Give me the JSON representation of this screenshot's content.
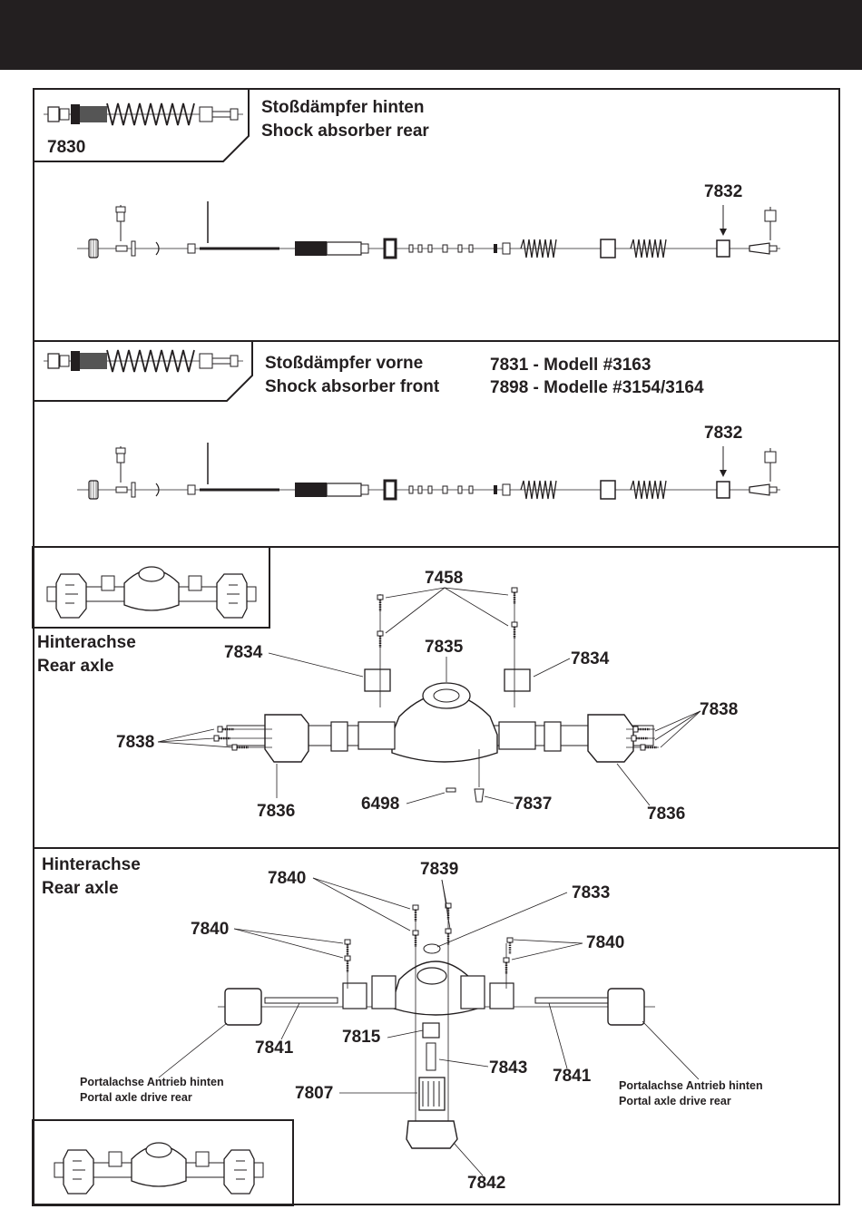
{
  "sections": {
    "shock_rear": {
      "part_no": "7830",
      "title_de": "Stoßdämpfer hinten",
      "title_en": "Shock absorber rear",
      "callout": "7832"
    },
    "shock_front": {
      "title_de": "Stoßdämpfer vorne",
      "title_en": "Shock absorber front",
      "model_1": "7831 - Modell #3163",
      "model_2": "7898 - Modelle #3154/3164",
      "callout": "7832"
    },
    "rear_axle_1": {
      "title_de": "Hinterachse",
      "title_en": "Rear axle",
      "callouts": {
        "top_screws": "7458",
        "housing": "7835",
        "mount_left": "7834",
        "mount_right": "7834",
        "screws_left": "7838",
        "screws_right": "7838",
        "knuckle_left": "7836",
        "knuckle_right": "7836",
        "pin": "6498",
        "nut": "7837"
      }
    },
    "rear_axle_2": {
      "title_de": "Hinterachse",
      "title_en": "Rear axle",
      "callouts": {
        "screws_top_left": "7840",
        "screws_left": "7840",
        "screws_right": "7840",
        "screws_center": "7839",
        "bearing_top": "7833",
        "shaft_left": "7841",
        "shaft_right": "7841",
        "bearing_center": "7815",
        "pinion": "7843",
        "gear": "7807",
        "housing": "7842"
      },
      "portal_left_de": "Portalachse Antrieb hinten",
      "portal_left_en": "Portal axle drive rear",
      "portal_right_de": "Portalachse Antrieb hinten",
      "portal_right_en": "Portal axle drive rear"
    }
  }
}
